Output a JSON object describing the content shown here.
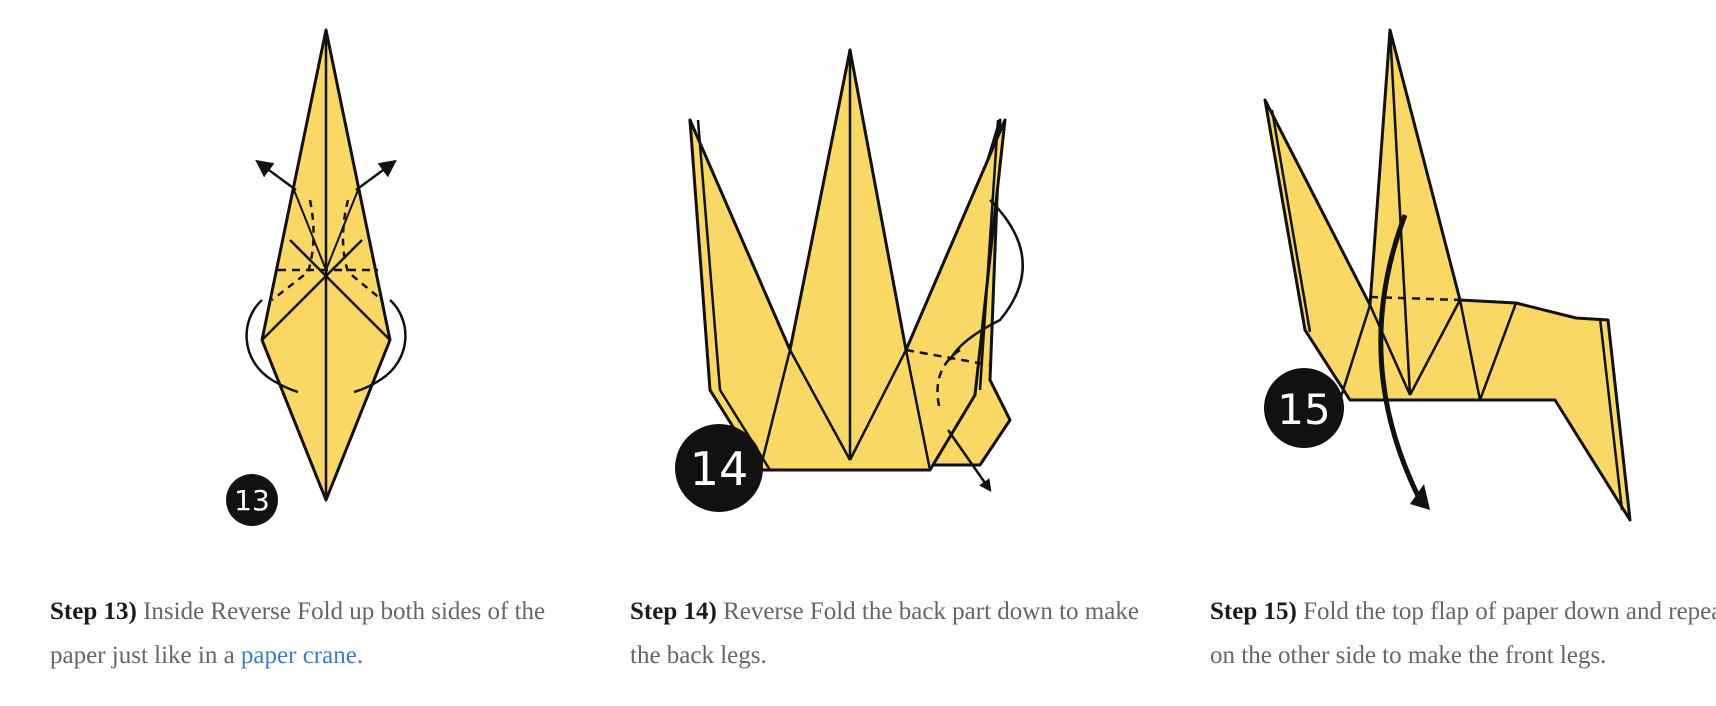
{
  "colors": {
    "paper": "#f9d866",
    "ink": "#111111",
    "link": "#3a7bd5",
    "text": "#666666"
  },
  "steps": [
    {
      "number": "13",
      "label": "Step 13)",
      "text_before": " Inside Reverse Fold up both sides of the paper just like in a ",
      "link_text": "paper crane",
      "text_after": ".",
      "diagram_icon": "reverse-fold-up-diagram"
    },
    {
      "number": "14",
      "label": "Step 14)",
      "text": " Reverse Fold the back part down to make the back legs.",
      "diagram_icon": "reverse-fold-down-diagram"
    },
    {
      "number": "15",
      "label": "Step 15)",
      "text": " Fold the top flap of paper down and repeat on the other side to make the front legs.",
      "diagram_icon": "fold-flap-down-diagram"
    }
  ]
}
